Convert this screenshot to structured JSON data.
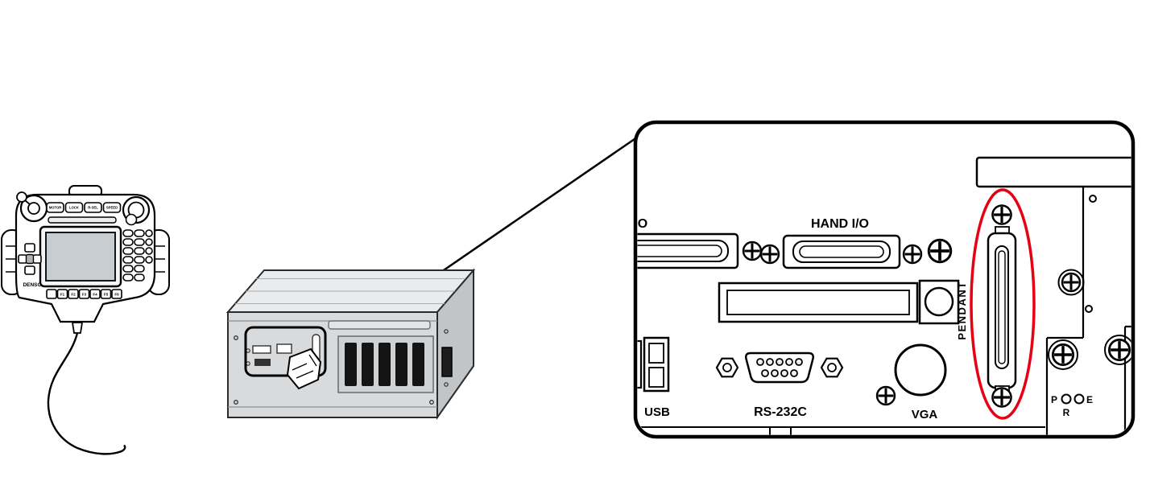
{
  "colors": {
    "highlight": "#e60012",
    "line": "#000000",
    "box_top": "#e9ebed",
    "box_front": "#d8dadc",
    "box_side": "#c2c5c8"
  },
  "pendant": {
    "brand": "DENSO",
    "top_buttons": [
      "MOTOR",
      "LOCK",
      "R-SEL",
      "SPEED"
    ],
    "fkeys": [
      "F1",
      "F2",
      "F3",
      "F4",
      "F5",
      "F6"
    ]
  },
  "panel": {
    "left_connector_label": "O",
    "hand_io_label": "HAND I/O",
    "usb_label": "USB",
    "rs232c_label": "RS-232C",
    "vga_label": "VGA",
    "pendant_label": "PENDANT",
    "leds": {
      "p": "P",
      "r": "R",
      "e": "E"
    }
  }
}
